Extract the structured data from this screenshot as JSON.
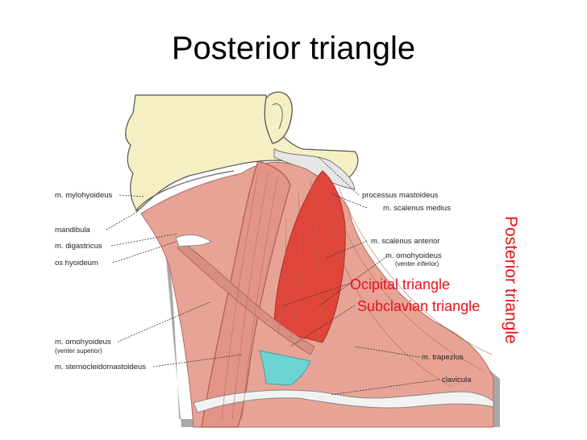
{
  "title": "Posterior triangle",
  "vertical_title": "Posterior triangle",
  "labels_left": {
    "mylohyoideus": "m. mylohyoideus",
    "mandibula": "mandibula",
    "digastricus": "m. digastricus",
    "os_hyoideum": "os hyoideum",
    "omohyoideus": "m. omohyoideus",
    "omohyoideus_sub": "(venter superior)",
    "sternocleidomastoideus": "m. sternocleidomastoideus"
  },
  "labels_right": {
    "processus_mastoideus": "processus mastoideus",
    "scalenus_medius": "m. scalenus medius",
    "scalenus_anterior": "m. scalenus anterior",
    "omohyoideus": "m. omohyoideus",
    "omohyoideus_sub": "(venter inferior)",
    "trapezius": "m. trapezius",
    "clavicula": "clavicula"
  },
  "triangles": {
    "occipital": "Ocipital triangle",
    "subclavian": "Subclavian triangle"
  },
  "colors": {
    "muscle": "#e8a397",
    "muscle_dark": "#c97a70",
    "bone": "#f5efc4",
    "skin_grey": "#9a9a9a",
    "scalene_red": "#e0453a",
    "subclavian_cyan": "#6ed4d2",
    "accent_red": "#e8121a"
  }
}
